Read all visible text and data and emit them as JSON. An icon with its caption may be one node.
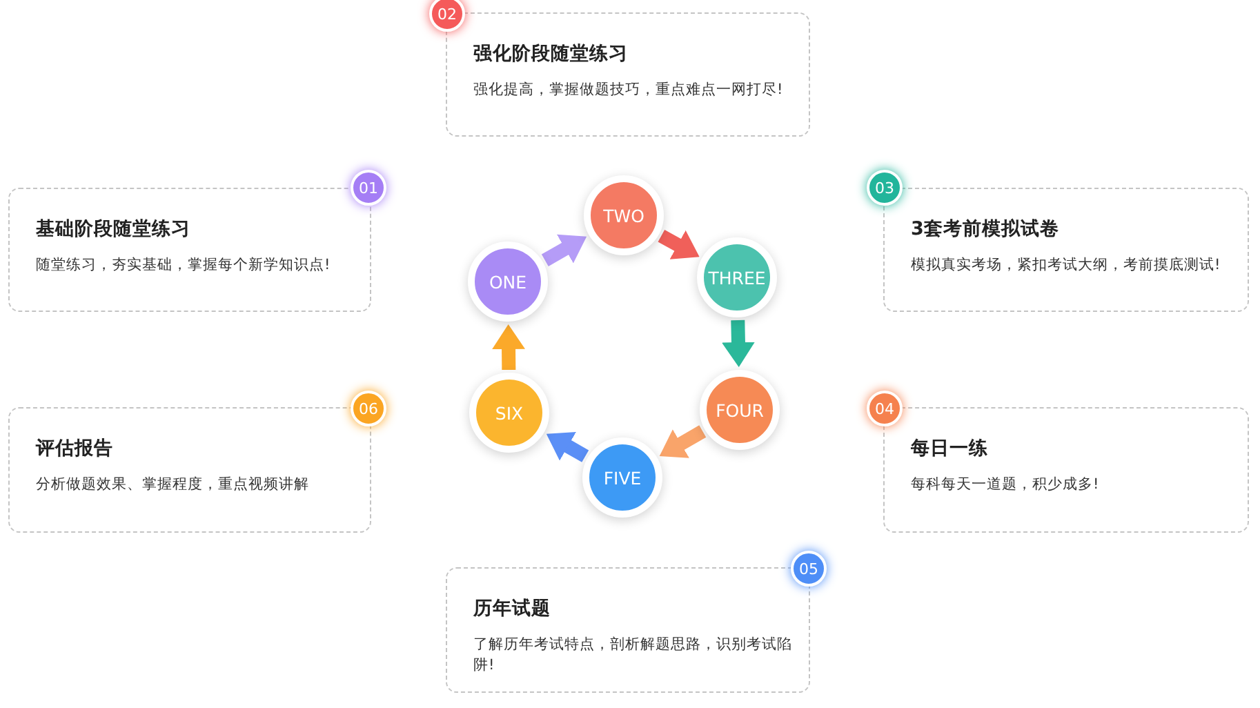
{
  "diagram": {
    "nodes": [
      {
        "text": [
          "ONE"
        ]
      },
      {
        "text": [
          "TWO"
        ]
      },
      {
        "text": [
          "THREE"
        ]
      },
      {
        "text": [
          "FOUR"
        ]
      },
      {
        "text": [
          "FIVE"
        ]
      },
      {
        "text": [
          "SIX"
        ]
      },
      {
        "text": [
          "强化阶段随堂练习",
          "强化提高，掌握做题技巧，重点难点一网打尽!"
        ]
      },
      {
        "text": [
          "基础阶段随堂练习",
          "随堂练习，夯实基础，掌握每个新学知识点!"
        ]
      },
      {
        "text": [
          "3套考前模拟试卷",
          "模拟真实考场，紧扣考试大纲，考前摸底测试!"
        ]
      },
      {
        "text": [
          "评估报告",
          "分析做题效果、掌握程度，重点视频讲解"
        ]
      },
      {
        "text": [
          "每日一练",
          "每科每天一道题，积少成多!"
        ]
      },
      {
        "text": [
          "历年试题",
          "了解历年考试特点，剖析解题思路，识别考试陷阱!"
        ]
      },
      {
        "text": [
          "02"
        ]
      },
      {
        "text": [
          "01"
        ]
      },
      {
        "text": [
          "03"
        ]
      },
      {
        "text": [
          "06"
        ]
      },
      {
        "text": [
          "04"
        ]
      },
      {
        "text": [
          "05"
        ]
      }
    ],
    "edges": [
      {
        "from": 0,
        "to": 1,
        "arrow": "to",
        "color": "#b59cf7"
      },
      {
        "from": 1,
        "to": 2,
        "arrow": "to",
        "color": "#f0605a"
      },
      {
        "from": 2,
        "to": 3,
        "arrow": "to",
        "color": "#2bb89a"
      },
      {
        "from": 3,
        "to": 4,
        "arrow": "to",
        "color": "#f9a46a"
      },
      {
        "from": 4,
        "to": 5,
        "arrow": "to",
        "color": "#5b8ff6"
      },
      {
        "from": 5,
        "to": 0,
        "arrow": "to",
        "color": "#fba92a"
      }
    ]
  }
}
